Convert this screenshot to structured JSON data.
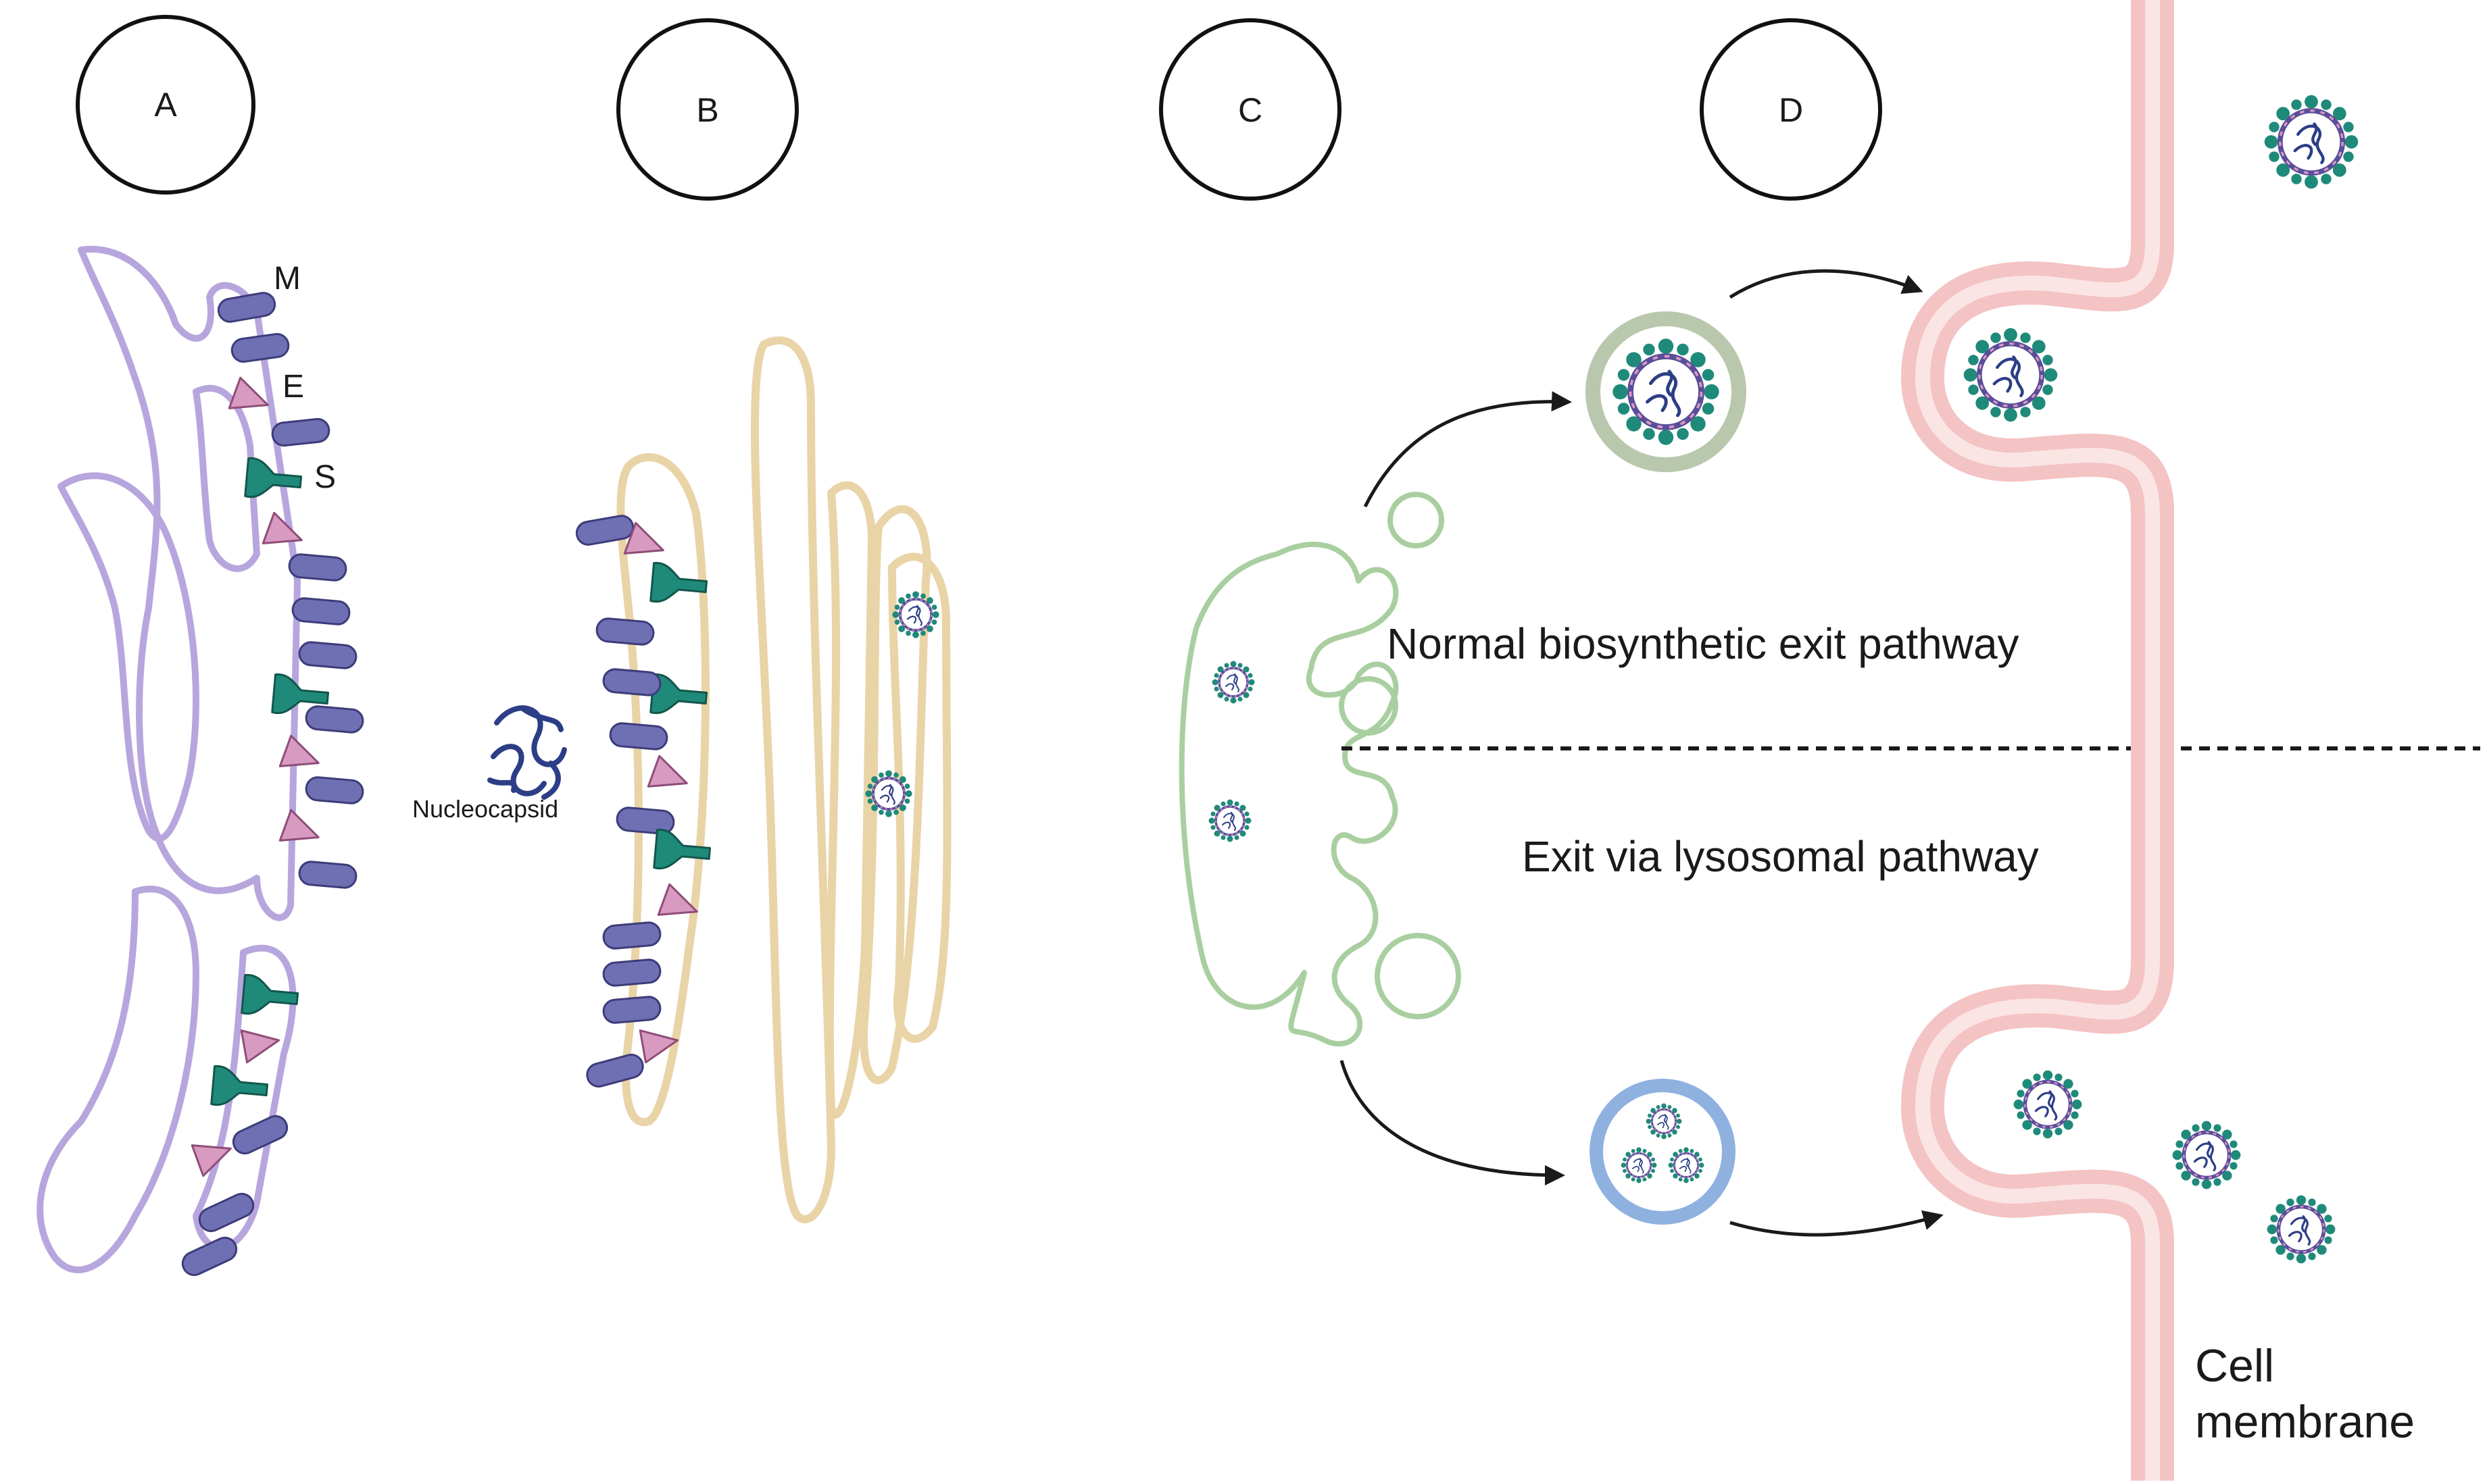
{
  "panels": {
    "a": "A",
    "b": "B",
    "c": "C",
    "d": "D"
  },
  "proteins": {
    "m": "M",
    "e": "E",
    "s": "S"
  },
  "nucleocapsid_label": "Nucleocapsid",
  "pathways": {
    "normal": "Normal biosynthetic exit pathway",
    "lysosomal": "Exit via lysosomal pathway"
  },
  "membrane_label": {
    "line1": "Cell",
    "line2": "membrane"
  },
  "colors": {
    "er": "#b7a6dd",
    "golgi": "#e9d4a7",
    "ergic": "#a9cfa0",
    "membrane": "#f4c3c4",
    "m_protein": "#6f6fb3",
    "e_protein": "#d89ac0",
    "s_protein": "#1f8a7a",
    "vesicle_green": "#b9c8ad",
    "vesicle_blue": "#8fb1e0",
    "virion_envelope": "#5a4d9a"
  }
}
